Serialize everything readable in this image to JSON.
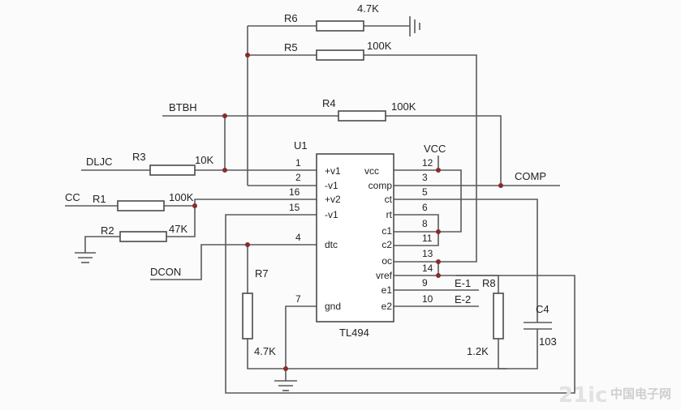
{
  "component_labels": {
    "R1": "R1",
    "R2": "R2",
    "R3": "R3",
    "R4": "R4",
    "R5": "R5",
    "R6": "R6",
    "R7": "R7",
    "R8": "R8",
    "C4": "C4",
    "U1": "U1",
    "chip": "TL494"
  },
  "values": {
    "R6": "4.7K",
    "R5": "100K",
    "R4": "100K",
    "R3": "10K",
    "R1": "100K",
    "R2": "47K",
    "R7": "4.7K",
    "R8": "1.2K",
    "C4": "103"
  },
  "nets": {
    "btbh": "BTBH",
    "dljc": "DLJC",
    "cc": "CC",
    "dcon": "DCON",
    "comp": "COMP",
    "vcc": "VCC",
    "e1": "E-1",
    "e2": "E-2"
  },
  "pins_left": [
    {
      "num": "1",
      "name": "+v1"
    },
    {
      "num": "2",
      "name": "-v1"
    },
    {
      "num": "16",
      "name": "+v2"
    },
    {
      "num": "15",
      "name": "-v1"
    },
    {
      "num": "4",
      "name": "dtc"
    },
    {
      "num": "7",
      "name": "gnd"
    }
  ],
  "pins_right": [
    {
      "num": "12",
      "name": "vcc"
    },
    {
      "num": "3",
      "name": "comp"
    },
    {
      "num": "5",
      "name": "ct"
    },
    {
      "num": "6",
      "name": "rt"
    },
    {
      "num": "8",
      "name": "c1"
    },
    {
      "num": "11",
      "name": "c2"
    },
    {
      "num": "13",
      "name": "oc"
    },
    {
      "num": "14",
      "name": "vref"
    },
    {
      "num": "9",
      "name": "e1"
    },
    {
      "num": "10",
      "name": "e2"
    }
  ],
  "watermark": {
    "text": "21ic",
    "subtext": "中国电子网"
  }
}
